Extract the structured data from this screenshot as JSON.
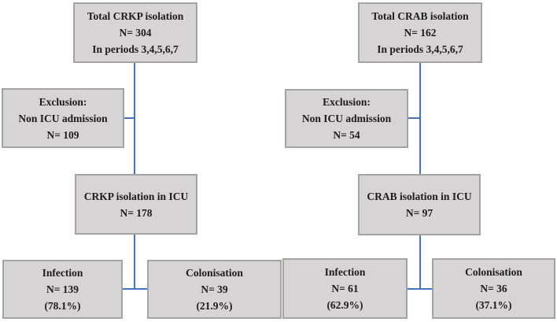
{
  "colors": {
    "background": "#ffffff",
    "box-fill": "#d6d4d4",
    "box-border": "#a5a2a2",
    "line": "#4472c4",
    "text": "#1c1c1c"
  },
  "flowcharts": [
    {
      "name": "CRKP",
      "total_box": {
        "line1": "Total CRKP isolation",
        "line2": "N= 304",
        "line3": "In periods 3,4,5,6,7"
      },
      "exclusion_box": {
        "line1": "Exclusion:",
        "line2": "Non ICU admission",
        "line3": "N= 109"
      },
      "icu_box": {
        "line1": "CRKP isolation in ICU",
        "line2": "N= 178"
      },
      "infection_box": {
        "line1": "Infection",
        "line2": "N= 139",
        "line3": "(78.1%)"
      },
      "colonisation_box": {
        "line1": "Colonisation",
        "line2": "N= 39",
        "line3": "(21.9%)"
      }
    },
    {
      "name": "CRAB",
      "total_box": {
        "line1": "Total CRAB isolation",
        "line2": "N= 162",
        "line3": "In periods 3,4,5,6,7"
      },
      "exclusion_box": {
        "line1": "Exclusion:",
        "line2": "Non ICU admission",
        "line3": "N= 54"
      },
      "icu_box": {
        "line1": "CRAB isolation in ICU",
        "line2": "N= 97"
      },
      "infection_box": {
        "line1": "Infection",
        "line2": "N= 61",
        "line3": "(62.9%)"
      },
      "colonisation_box": {
        "line1": "Colonisation",
        "line2": "N= 36",
        "line3": "(37.1%)"
      }
    }
  ]
}
